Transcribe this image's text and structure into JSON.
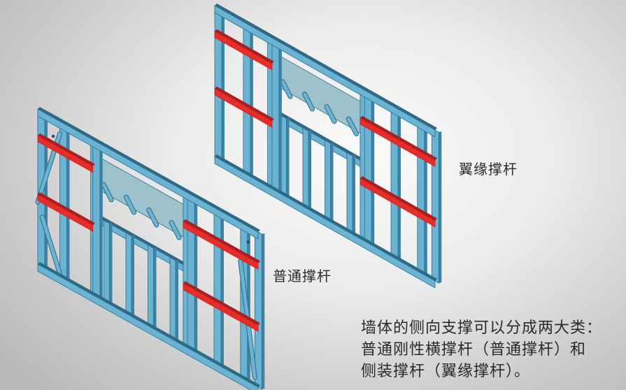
{
  "labels": {
    "flange_brace": "翼缘撑杆",
    "normal_brace": "普通撑杆"
  },
  "description": {
    "line1": "墙体的侧向支撑可以分成两大类：",
    "line2": "普通刚性横撑杆（普通撑杆）和",
    "line3": "侧装撑杆（翼缘撑杆）。"
  },
  "colors": {
    "stud": "#6bb3d2",
    "stud_dark": "#3e83a4",
    "stud_edge": "#2d6a88",
    "header": "#9ec2cc",
    "brace": "#e52d2b",
    "brace_dark": "#b01e1c"
  }
}
